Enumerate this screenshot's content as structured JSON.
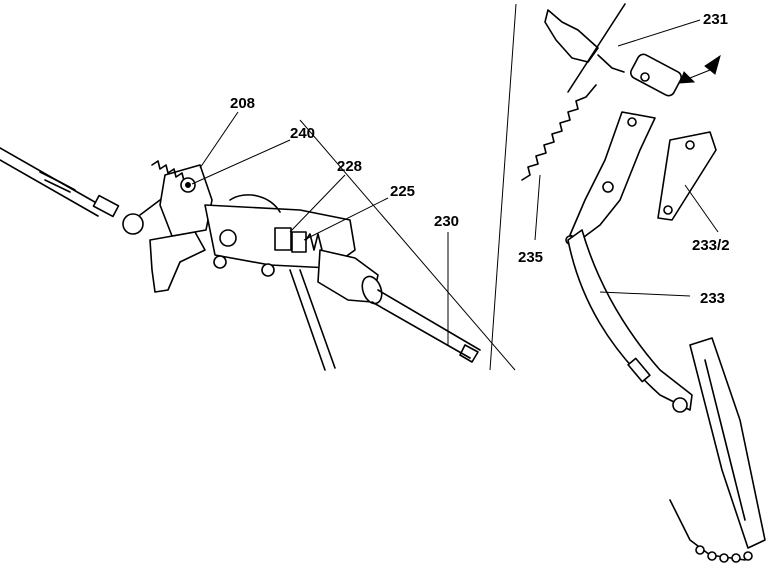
{
  "callouts": [
    {
      "id": "c208",
      "text": "208"
    },
    {
      "id": "c240",
      "text": "240"
    },
    {
      "id": "c228",
      "text": "228"
    },
    {
      "id": "c225",
      "text": "225"
    },
    {
      "id": "c230",
      "text": "230"
    },
    {
      "id": "c231",
      "text": "231"
    },
    {
      "id": "c235",
      "text": "235"
    },
    {
      "id": "c233_2",
      "text": "233/2"
    },
    {
      "id": "c233",
      "text": "233"
    }
  ],
  "colors": {
    "line": "#000000",
    "background": "#ffffff"
  }
}
